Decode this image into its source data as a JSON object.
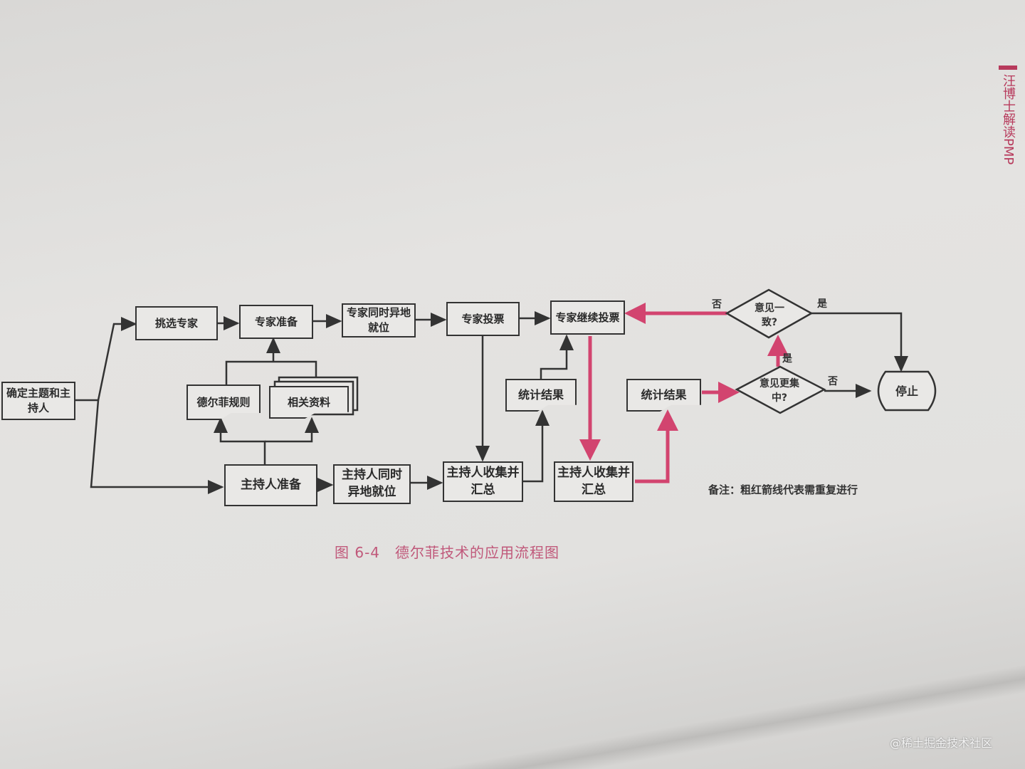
{
  "header": "汪博士解读PMP",
  "nodes": {
    "topic": "确定主题和主持人",
    "select_experts": "挑选专家",
    "expert_prep": "专家准备",
    "expert_onsite": "专家同时异地就位",
    "expert_vote": "专家投票",
    "expert_continue_vote": "专家继续投票",
    "delphi_rules": "德尔菲规则",
    "materials": "相关资料",
    "host_prep": "主持人准备",
    "host_onsite": "主持人同时异地就位",
    "host_collect_1": "主持人收集并汇总",
    "stats_1": "统计结果",
    "host_collect_2": "主持人收集并汇总",
    "stats_2": "统计结果",
    "decision_consensus": "意见一致?",
    "decision_converge": "意见更集中?",
    "stop": "停止"
  },
  "labels": {
    "no_1": "否",
    "yes_1": "是",
    "yes_2": "是",
    "no_2": "否"
  },
  "note": "备注：粗红箭线代表需重复进行",
  "caption": "图 6-4　德尔菲技术的应用流程图",
  "watermark": "@稀土掘金技术社区",
  "colors": {
    "red_arrow": "#d2446f",
    "caption": "#c0587a"
  }
}
